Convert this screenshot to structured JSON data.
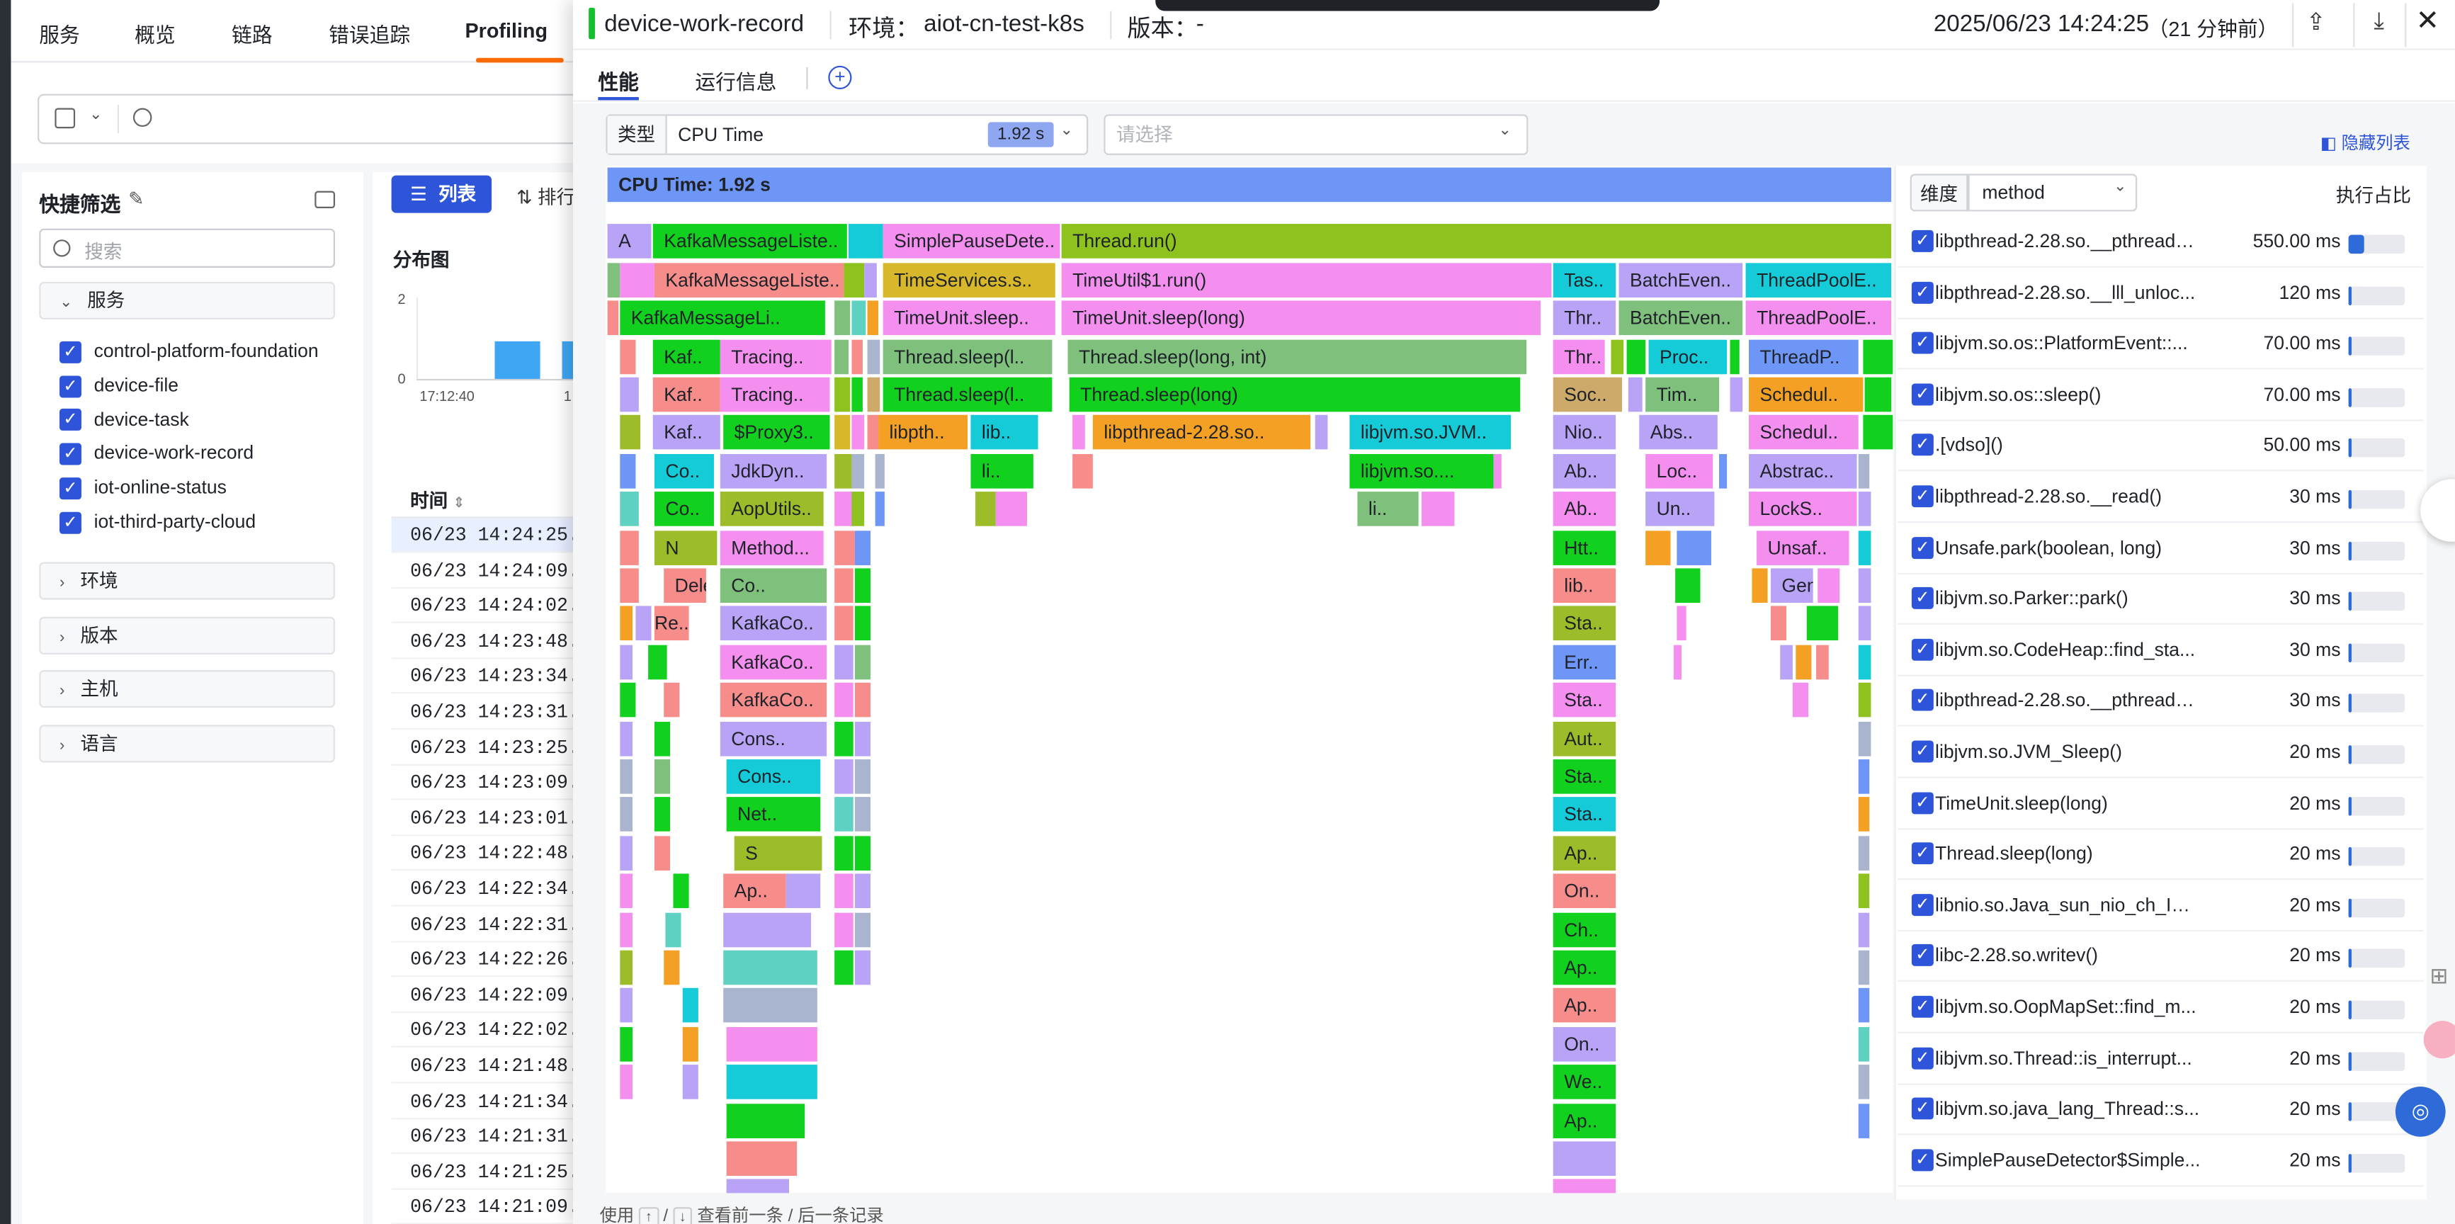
{
  "nav": {
    "items": [
      "服务",
      "概览",
      "链路",
      "错误追踪",
      "Profiling"
    ],
    "active": "Profiling"
  },
  "sidebar": {
    "title": "快捷筛选",
    "search_placeholder": "搜索",
    "service_group": "服务",
    "services": [
      "control-platform-foundation",
      "device-file",
      "device-task",
      "device-work-record",
      "iot-online-status",
      "iot-third-party-cloud"
    ],
    "groups": [
      "环境",
      "版本",
      "主机",
      "语言"
    ]
  },
  "list": {
    "view_button": "列表",
    "sort_button": "排行",
    "chart_title": "分布图",
    "y_ticks": [
      "2",
      "0"
    ],
    "x_tick": "17:12:40",
    "x_tick2": "1",
    "time_header": "时间",
    "timestamps": [
      "06/23 14:24:25.",
      "06/23 14:24:09.",
      "06/23 14:24:02.",
      "06/23 14:23:48.",
      "06/23 14:23:34.",
      "06/23 14:23:31.",
      "06/23 14:23:25.",
      "06/23 14:23:09.",
      "06/23 14:23:01.",
      "06/23 14:22:48.",
      "06/23 14:22:34.",
      "06/23 14:22:31.",
      "06/23 14:22:26.",
      "06/23 14:22:09.",
      "06/23 14:22:02.",
      "06/23 14:21:48.",
      "06/23 14:21:34.",
      "06/23 14:21:31.",
      "06/23 14:21:25.",
      "06/23 14:21:09."
    ]
  },
  "panel": {
    "service": "device-work-record",
    "env_label": "环境：",
    "env": "aiot-cn-test-k8s",
    "ver_label": "版本：",
    "ver": "-",
    "datetime": "2025/06/23 14:24:25",
    "ago": "（21 分钟前）",
    "tabs": [
      "性能",
      "运行信息"
    ],
    "type_label": "类型",
    "type_value": "CPU Time",
    "type_badge": "1.92 s",
    "select_placeholder": "请选择",
    "hide_list": "隐藏列表",
    "footer": {
      "use": "使用",
      "up": "↑",
      "slash": "/",
      "down": "↓",
      "hint": "查看前一条 / 后一条记录"
    }
  },
  "flame": {
    "root": "CPU Time: 1.92 s",
    "colors": {
      "blue": "#6e96f7",
      "green": "#7ec07c",
      "lime": "#8dc21f",
      "orange": "#f4a024",
      "pink": "#f48fef",
      "salmon": "#f68d8a",
      "cyan": "#15cbd8",
      "purple": "#b9a3f7",
      "brightgreen": "#12d11e",
      "teal": "#5fd1c3",
      "olive": "#9cbc2a",
      "tan": "#cda96a",
      "gray": "#a9b4cf",
      "yellow": "#d8b82b"
    },
    "labels": [
      "A",
      "KafkaMessageListe..",
      "SimplePauseDete..",
      "Thread.run()",
      "KafkaMessageListe..",
      "TimeServices.s..",
      "TimeUtil$1.run()",
      "Tas..",
      "BatchEven..",
      "ThreadPoolE..",
      "KafkaMessageLi..",
      "TimeUnit.sleep..",
      "TimeUnit.sleep(long)",
      "Thr..",
      "BatchEven..",
      "ThreadPoolE..",
      "Kaf..",
      "Tracing..",
      "Thread.sleep(l..",
      "Thread.sleep(long, int)",
      "Thr..",
      "Proc..",
      "ThreadP..",
      "Kaf..",
      "Tracing..",
      "Thread.sleep(l..",
      "Thread.sleep(long)",
      "Soc..",
      "Tim..",
      "Schedul..",
      "Kaf..",
      "$Proxy3..",
      "libpth..",
      "lib..",
      "libpthread-2.28.so..",
      "libjvm.so.JVM..",
      "Nio..",
      "Abs..",
      "Schedul..",
      "Co..",
      "JdkDyn..",
      "li..",
      "libjvm.so....",
      "Ab..",
      "Loc..",
      "Abstrac..",
      "Co..",
      "AopUtils..",
      "li..",
      "Ab..",
      "Un..",
      "LockS..",
      "N",
      "Method...",
      "Htt..",
      "Unsaf..",
      "Delegati..",
      "Co..",
      "lib..",
      "Generat..",
      "Re..",
      "KafkaCo..",
      "Sta..",
      "KafkaCo..",
      "Err..",
      "KafkaCo..",
      "Sta..",
      "Cons..",
      "Aut..",
      "Cons..",
      "Sta..",
      "Net..",
      "Sta..",
      "S",
      "Ap..",
      "Ap..",
      "On..",
      "Ch..",
      "Ap..",
      "Ap..",
      "On..",
      "We..",
      "Ap.."
    ]
  },
  "stats": {
    "dim_label": "维度",
    "dim_value": "method",
    "ratio_label": "执行占比",
    "rows": [
      {
        "name": "libpthread-2.28.so.__pthread_...",
        "value": "550.00 ms",
        "pct": 0.29
      },
      {
        "name": "libpthread-2.28.so.__lll_unloc...",
        "value": "120 ms",
        "pct": 0.06
      },
      {
        "name": "libjvm.so.os::PlatformEvent::...",
        "value": "70.00 ms",
        "pct": 0.04
      },
      {
        "name": "libjvm.so.os::sleep()",
        "value": "70.00 ms",
        "pct": 0.04
      },
      {
        "name": ".[vdso]()",
        "value": "50.00 ms",
        "pct": 0.03
      },
      {
        "name": "libpthread-2.28.so.__read()",
        "value": "30 ms",
        "pct": 0.015
      },
      {
        "name": "Unsafe.park(boolean, long)",
        "value": "30 ms",
        "pct": 0.015
      },
      {
        "name": "libjvm.so.Parker::park()",
        "value": "30 ms",
        "pct": 0.015
      },
      {
        "name": "libjvm.so.CodeHeap::find_sta...",
        "value": "30 ms",
        "pct": 0.015
      },
      {
        "name": "libpthread-2.28.so.__pthread_...",
        "value": "30 ms",
        "pct": 0.015
      },
      {
        "name": "libjvm.so.JVM_Sleep()",
        "value": "20 ms",
        "pct": 0.01
      },
      {
        "name": "TimeUnit.sleep(long)",
        "value": "20 ms",
        "pct": 0.01
      },
      {
        "name": "Thread.sleep(long)",
        "value": "20 ms",
        "pct": 0.01
      },
      {
        "name": "libnio.so.Java_sun_nio_ch_IO...",
        "value": "20 ms",
        "pct": 0.01
      },
      {
        "name": "libc-2.28.so.writev()",
        "value": "20 ms",
        "pct": 0.01
      },
      {
        "name": "libjvm.so.OopMapSet::find_m...",
        "value": "20 ms",
        "pct": 0.01
      },
      {
        "name": "libjvm.so.Thread::is_interrupt...",
        "value": "20 ms",
        "pct": 0.01
      },
      {
        "name": "libjvm.so.java_lang_Thread::s...",
        "value": "20 ms",
        "pct": 0.01
      },
      {
        "name": "SimplePauseDetector$Simple...",
        "value": "20 ms",
        "pct": 0.01
      }
    ]
  }
}
